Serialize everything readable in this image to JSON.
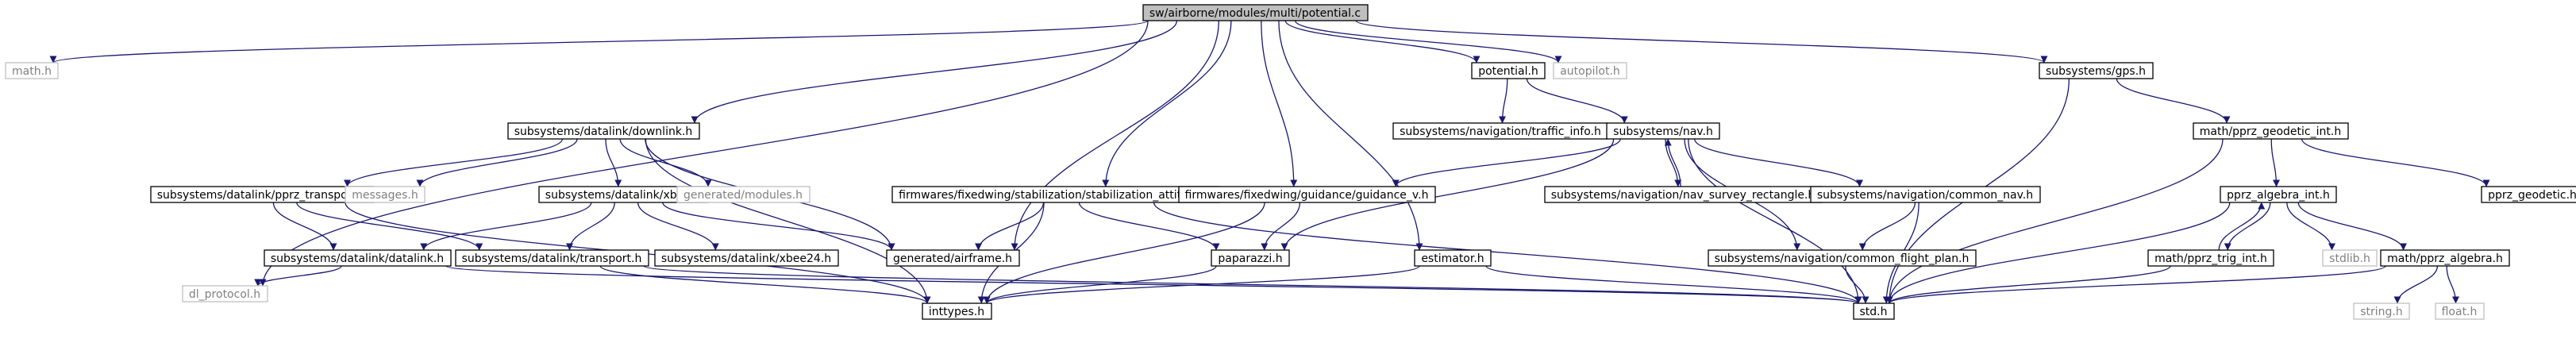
{
  "colors": {
    "root_fill": "#bfbfbf",
    "node_border": "#000000",
    "ext_border": "#bfbfbf",
    "text": "#000000",
    "ext_text": "#808080",
    "edge": "#191970"
  },
  "nodes": {
    "root": "sw/airborne/modules/multi/potential.c",
    "math": "math.h",
    "dl_protocol": "dl_protocol.h",
    "downlink": "subsystems/datalink/downlink.h",
    "generated_airframe": "generated/airframe.h",
    "stab_att": "firmwares/fixedwing/stabilization/stabilization_attitude.h",
    "guidance_v": "firmwares/fixedwing/guidance/guidance_v.h",
    "estimator": "estimator.h",
    "potential": "potential.h",
    "autopilot": "autopilot.h",
    "gps": "subsystems/gps.h",
    "traffic_info": "subsystems/navigation/traffic_info.h",
    "nav": "subsystems/nav.h",
    "pprz_geodetic_int": "math/pprz_geodetic_int.h",
    "pprz_transport": "subsystems/datalink/pprz_transport.h",
    "messages": "messages.h",
    "xbee": "subsystems/datalink/xbee.h",
    "generated_modules": "generated/modules.h",
    "nav_survey_rectangle": "subsystems/navigation/nav_survey_rectangle.h",
    "common_nav": "subsystems/navigation/common_nav.h",
    "pprz_algebra_int": "pprz_algebra_int.h",
    "pprz_geodetic": "pprz_geodetic.h",
    "datalink": "subsystems/datalink/datalink.h",
    "transport": "subsystems/datalink/transport.h",
    "xbee24": "subsystems/datalink/xbee24.h",
    "paparazzi": "paparazzi.h",
    "common_flight_plan": "subsystems/navigation/common_flight_plan.h",
    "pprz_trig_int": "math/pprz_trig_int.h",
    "stdlib": "stdlib.h",
    "pprz_algebra": "math/pprz_algebra.h",
    "inttypes": "inttypes.h",
    "std": "std.h",
    "string": "string.h",
    "float": "float.h"
  }
}
